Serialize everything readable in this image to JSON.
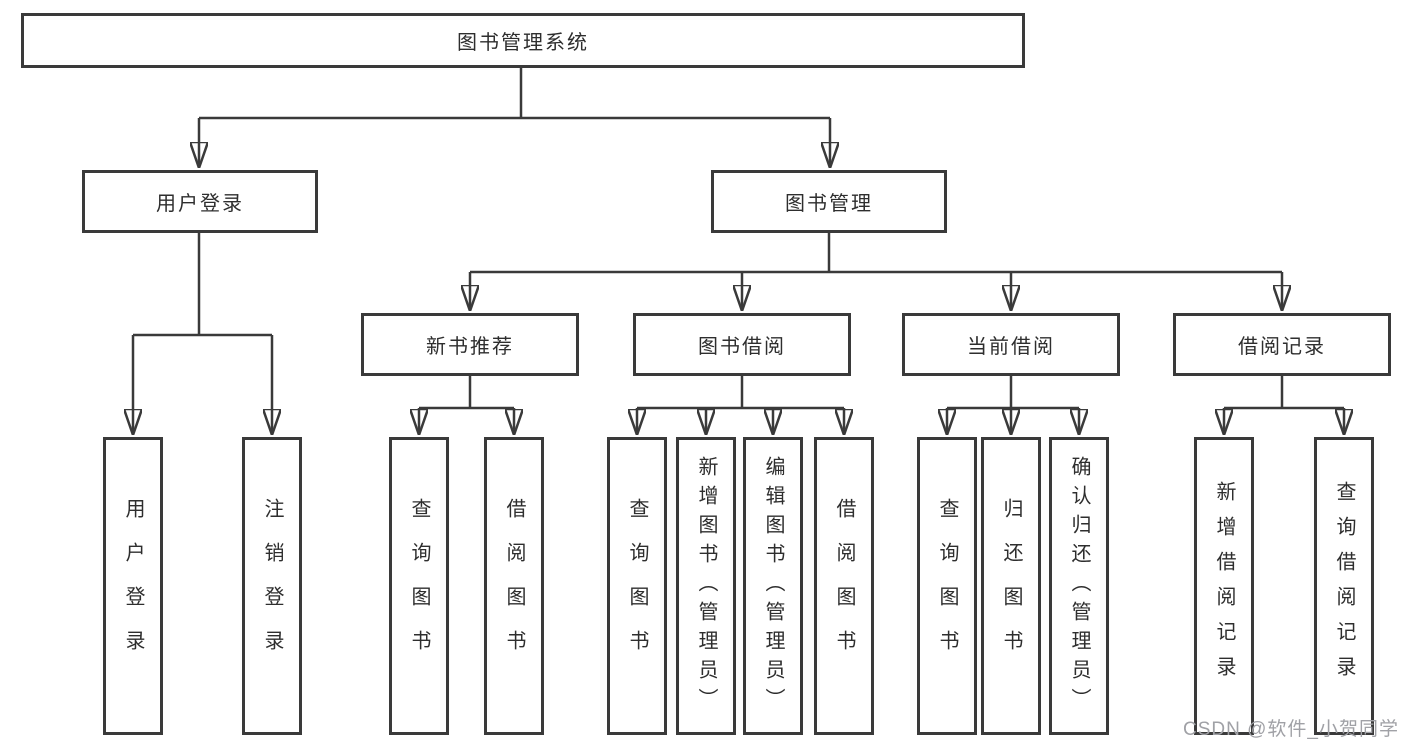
{
  "diagram": {
    "root": {
      "label": "图书管理系统"
    },
    "level2": [
      {
        "label": "用户登录"
      },
      {
        "label": "图书管理"
      }
    ],
    "level3": [
      {
        "label": "新书推荐"
      },
      {
        "label": "图书借阅"
      },
      {
        "label": "当前借阅"
      },
      {
        "label": "借阅记录"
      }
    ],
    "leaves": [
      {
        "label": "用户登录"
      },
      {
        "label": "注销登录"
      },
      {
        "label": "查询图书"
      },
      {
        "label": "借阅图书"
      },
      {
        "label": "查询图书"
      },
      {
        "label": "新增图书（管理员）"
      },
      {
        "label": "编辑图书（管理员）"
      },
      {
        "label": "借阅图书"
      },
      {
        "label": "查询图书"
      },
      {
        "label": "归还图书"
      },
      {
        "label": "确认归还（管理员）"
      },
      {
        "label": "新增借阅记录"
      },
      {
        "label": "查询借阅记录"
      }
    ],
    "line_color": "#3a3a3a",
    "text_color": "#2e2e2e",
    "box_background": "#ffffff"
  },
  "watermark": {
    "text": "CSDN @软件_小贺同学",
    "color": "#a0a1a6"
  }
}
